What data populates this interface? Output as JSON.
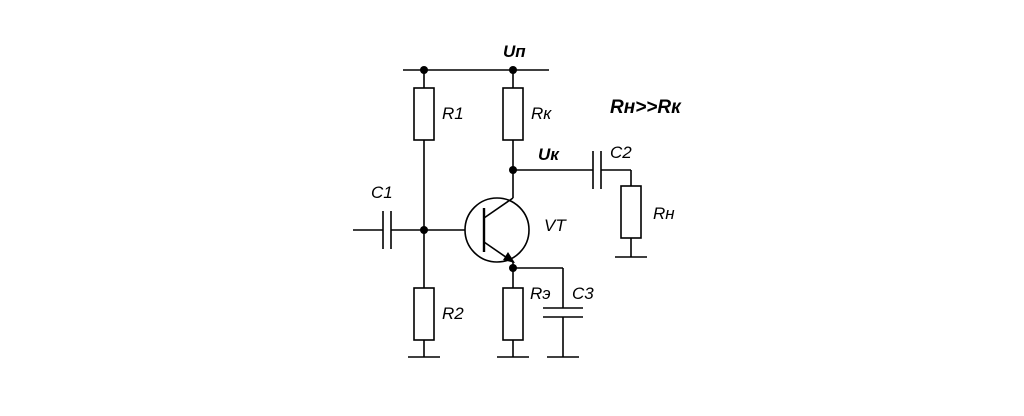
{
  "labels": {
    "supply": "Uп",
    "collector_voltage": "Uк",
    "condition": "Rн>>Rк",
    "r1": "R1",
    "r2": "R2",
    "rk": "Rк",
    "re": "Rэ",
    "rn": "Rн",
    "c1": "C1",
    "c2": "C2",
    "c3": "C3",
    "transistor": "VT"
  },
  "colors": {
    "line": "#000000",
    "background": "#ffffff"
  }
}
